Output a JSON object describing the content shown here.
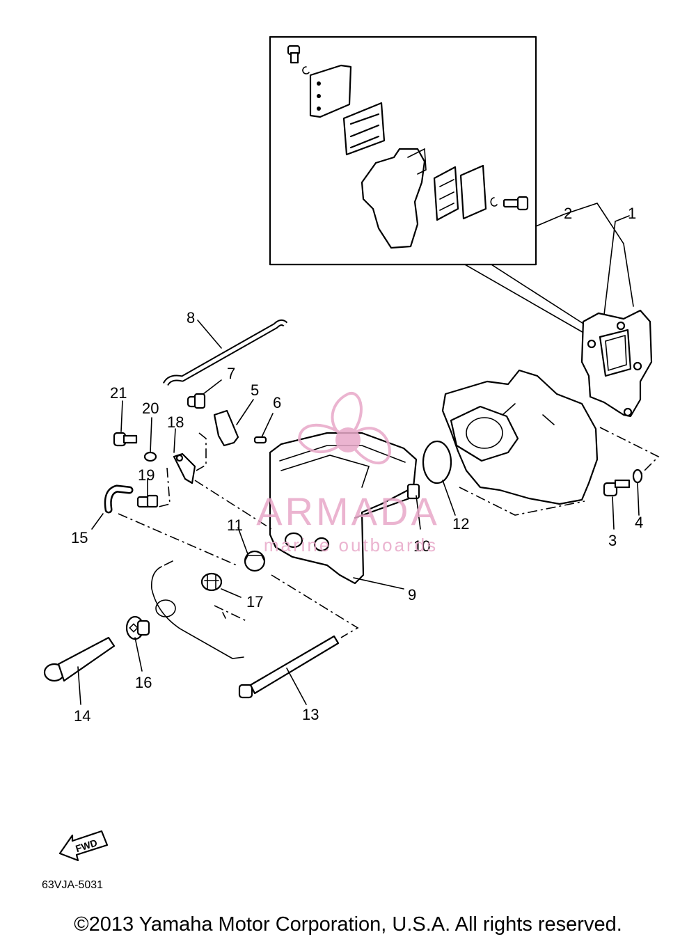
{
  "diagram": {
    "callouts": [
      "1",
      "2",
      "3",
      "4",
      "5",
      "6",
      "7",
      "8",
      "9",
      "10",
      "11",
      "12",
      "13",
      "14",
      "15",
      "16",
      "17",
      "18",
      "19",
      "20",
      "21"
    ],
    "fwd_label": "FWD",
    "drawing_code": "63VJA-5031"
  },
  "watermark": {
    "name": "ARMADA",
    "tagline": "marine outboards",
    "color": "#e8a8c8"
  },
  "footer": {
    "copyright": "©2013 Yamaha Motor Corporation, U.S.A. All rights reserved."
  }
}
